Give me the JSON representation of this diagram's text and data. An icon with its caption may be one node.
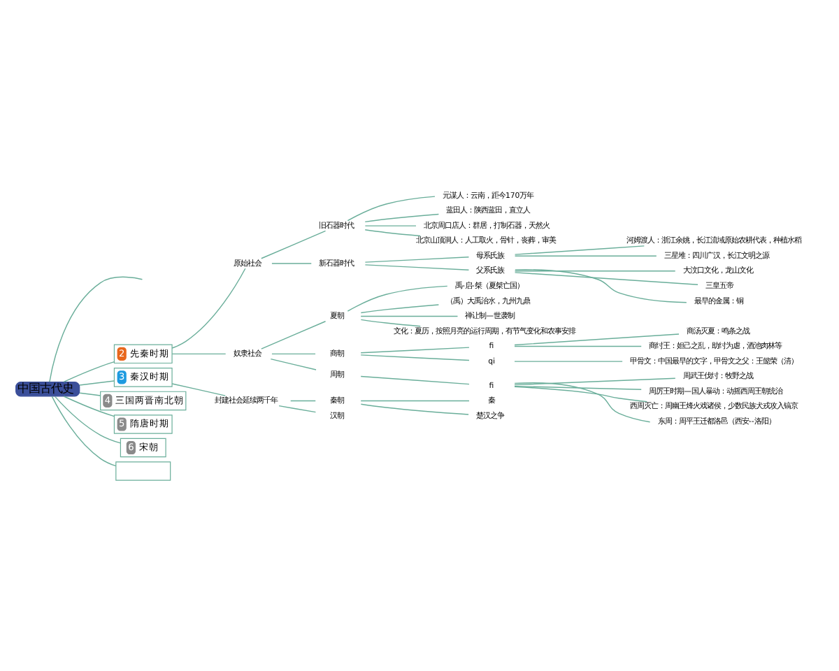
{
  "diagram": {
    "nodes": [
      {
        "text": [
          "中国古代史"
        ]
      },
      {
        "text": [
          "2",
          "先秦时期"
        ]
      },
      {
        "text": [
          "原始社会"
        ]
      },
      {
        "text": [
          "旧石器时代"
        ]
      },
      {
        "text": [
          "元谋人：云南，距今170万年"
        ]
      },
      {
        "text": [
          "蓝田人：陕西蓝田，直立人"
        ]
      },
      {
        "text": [
          "北京周口店人：群居，打制石器，天然火"
        ]
      },
      {
        "text": [
          "北京山顶洞人：人工取火，骨针，丧葬，审美"
        ]
      },
      {
        "text": [
          "新石器时代"
        ]
      },
      {
        "text": [
          "母系氏族"
        ]
      },
      {
        "text": [
          "河姆渡人：浙江余姚，长江流域原始农耕代表，种植水稻"
        ]
      },
      {
        "text": [
          "三星堆：四川广汉，长江文明之源"
        ]
      },
      {
        "text": [
          "父系氏族"
        ]
      },
      {
        "text": [
          "大汶口文化，龙山文化"
        ]
      },
      {
        "text": [
          "三皇五帝"
        ]
      },
      {
        "text": [
          "最早的金属：铜"
        ]
      },
      {
        "text": [
          "奴隶社会"
        ]
      },
      {
        "text": [
          "夏朝"
        ]
      },
      {
        "text": [
          "禹-启-桀（夏桀亡国）"
        ]
      },
      {
        "text": [
          "（禹）大禹治水，九州九鼎"
        ]
      },
      {
        "text": [
          "禅让制—世袭制"
        ]
      },
      {
        "text": [
          "文化：夏历，按照月亮的运行周期，有节气变化和农事安排"
        ]
      },
      {
        "text": [
          "商朝"
        ]
      },
      {
        "text": [
          "fi"
        ]
      },
      {
        "text": [
          "商汤灭夏：鸣条之战"
        ]
      },
      {
        "text": [
          "商纣王：妲己之乱，助纣为虐，酒池肉林等"
        ]
      },
      {
        "text": [
          "qi"
        ]
      },
      {
        "text": [
          "甲骨文：中国最早的文字，甲骨文之父：王懿荣（清）"
        ]
      },
      {
        "text": [
          "周朝"
        ]
      },
      {
        "text": [
          "fi"
        ]
      },
      {
        "text": [
          "周武王伐纣：牧野之战"
        ]
      },
      {
        "text": [
          "周厉王时期—国人暴动：动摇西周王朝统治"
        ]
      },
      {
        "text": [
          "西周灭亡：周幽王烽火戏诸侯，少数民族犬戎攻入镐京"
        ]
      },
      {
        "text": [
          "东周：周平王迁都洛邑（西安--洛阳）"
        ]
      },
      {
        "text": [
          "3",
          "秦汉时期"
        ]
      },
      {
        "text": [
          "封建社会延续两千年"
        ]
      },
      {
        "text": [
          "秦朝"
        ]
      },
      {
        "text": [
          "秦"
        ]
      },
      {
        "text": [
          "楚汉之争"
        ]
      },
      {
        "text": [
          "汉朝"
        ]
      },
      {
        "text": [
          "4",
          "三国两晋南北朝"
        ]
      },
      {
        "text": [
          "5",
          "隋唐时期"
        ]
      },
      {
        "text": [
          "6",
          "宋朝"
        ]
      },
      {
        "text": [],
        "shape": "box"
      }
    ],
    "edges": [
      {
        "from": 0,
        "to": null,
        "arrow": "none"
      },
      {
        "from": 0,
        "to": 1,
        "arrow": "none"
      },
      {
        "from": 1,
        "to": 2,
        "arrow": "none"
      },
      {
        "from": 2,
        "to": 3,
        "arrow": "none"
      },
      {
        "from": 3,
        "to": 4,
        "arrow": "none"
      },
      {
        "from": 3,
        "to": 5,
        "arrow": "none"
      },
      {
        "from": 3,
        "to": 6,
        "arrow": "none"
      },
      {
        "from": 3,
        "to": 7,
        "arrow": "none"
      },
      {
        "from": 2,
        "to": 8,
        "arrow": "none"
      },
      {
        "from": 8,
        "to": 9,
        "arrow": "none"
      },
      {
        "from": 9,
        "to": 10,
        "arrow": "none"
      },
      {
        "from": 9,
        "to": 11,
        "arrow": "none"
      },
      {
        "from": 8,
        "to": 12,
        "arrow": "none"
      },
      {
        "from": 12,
        "to": 13,
        "arrow": "none"
      },
      {
        "from": 12,
        "to": 14,
        "arrow": "none"
      },
      {
        "from": 12,
        "to": 15,
        "arrow": "none"
      },
      {
        "from": 1,
        "to": 16,
        "arrow": "none"
      },
      {
        "from": 16,
        "to": 17,
        "arrow": "none"
      },
      {
        "from": 17,
        "to": 18,
        "arrow": "none"
      },
      {
        "from": 17,
        "to": 19,
        "arrow": "none"
      },
      {
        "from": 17,
        "to": 20,
        "arrow": "none"
      },
      {
        "from": 17,
        "to": 21,
        "arrow": "none"
      },
      {
        "from": 16,
        "to": 22,
        "arrow": "none"
      },
      {
        "from": 22,
        "to": 23,
        "arrow": "none"
      },
      {
        "from": 23,
        "to": 24,
        "arrow": "none"
      },
      {
        "from": 23,
        "to": 25,
        "arrow": "none"
      },
      {
        "from": 22,
        "to": 26,
        "arrow": "none"
      },
      {
        "from": 26,
        "to": 27,
        "arrow": "none"
      },
      {
        "from": 16,
        "to": 28,
        "arrow": "none"
      },
      {
        "from": 28,
        "to": 29,
        "arrow": "none"
      },
      {
        "from": 29,
        "to": 30,
        "arrow": "none"
      },
      {
        "from": 29,
        "to": 31,
        "arrow": "none"
      },
      {
        "from": 29,
        "to": 32,
        "arrow": "none"
      },
      {
        "from": 29,
        "to": 33,
        "arrow": "none"
      },
      {
        "from": 0,
        "to": 34,
        "arrow": "none"
      },
      {
        "from": 34,
        "to": 35,
        "arrow": "none"
      },
      {
        "from": 35,
        "to": 36,
        "arrow": "none"
      },
      {
        "from": 36,
        "to": 37,
        "arrow": "none"
      },
      {
        "from": 36,
        "to": 38,
        "arrow": "none"
      },
      {
        "from": 35,
        "to": 39,
        "arrow": "none"
      },
      {
        "from": 0,
        "to": 40,
        "arrow": "none"
      },
      {
        "from": 0,
        "to": 41,
        "arrow": "none"
      },
      {
        "from": 0,
        "to": 42,
        "arrow": "none"
      },
      {
        "from": 0,
        "to": 43,
        "arrow": "none"
      }
    ]
  }
}
